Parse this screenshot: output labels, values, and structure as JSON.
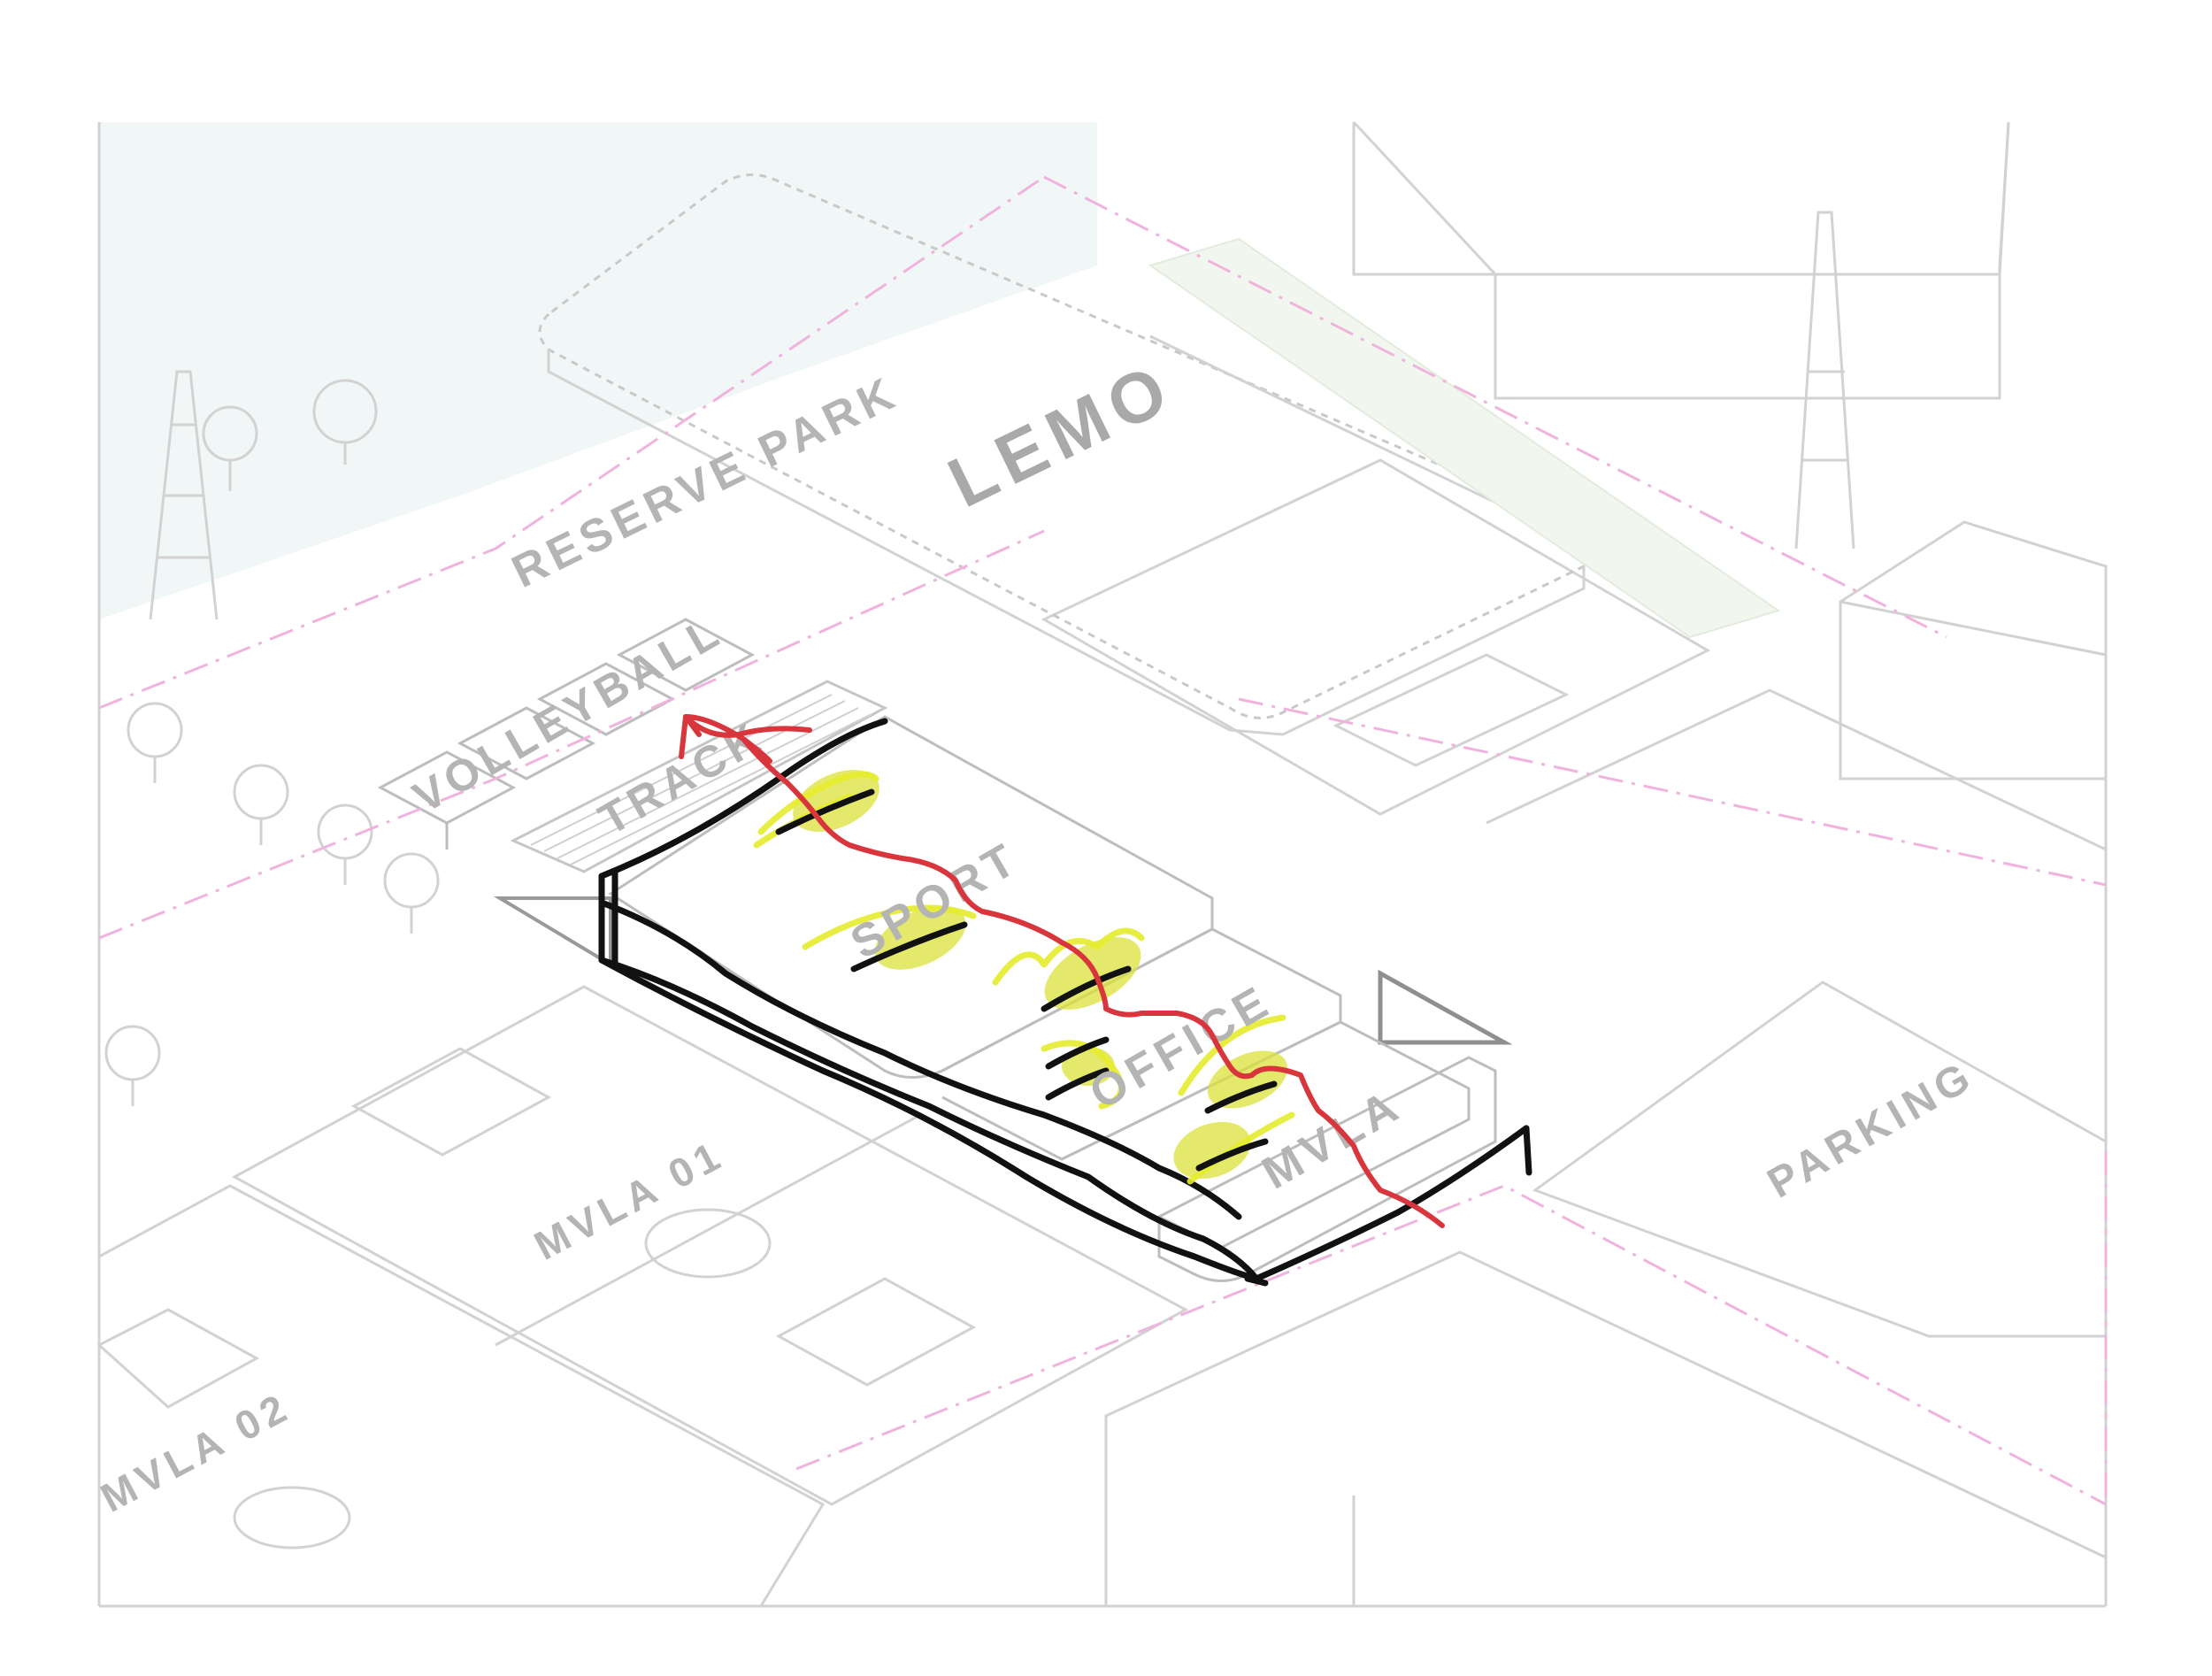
{
  "labels": {
    "lemo": "LEMO",
    "reserve_park": "RESERVE PARK",
    "volleyball": "VOLLEYBALL",
    "track": "TRACK",
    "sport": "SPORT",
    "office": "OFFICE",
    "mvla": "MVLA",
    "mvla_01": "MVLA 01",
    "mvla_02": "MVLA 02",
    "parking": "PARKING"
  },
  "colors": {
    "background": "#ffffff",
    "linework": "#d2d2d2",
    "label": "#b4b4b4",
    "property_line": "#f0b3de",
    "sketch_ink": "#111111",
    "circulation_arrow": "#d8363c",
    "highlight": "#dbe23a",
    "sky": "#e9f3f3"
  }
}
